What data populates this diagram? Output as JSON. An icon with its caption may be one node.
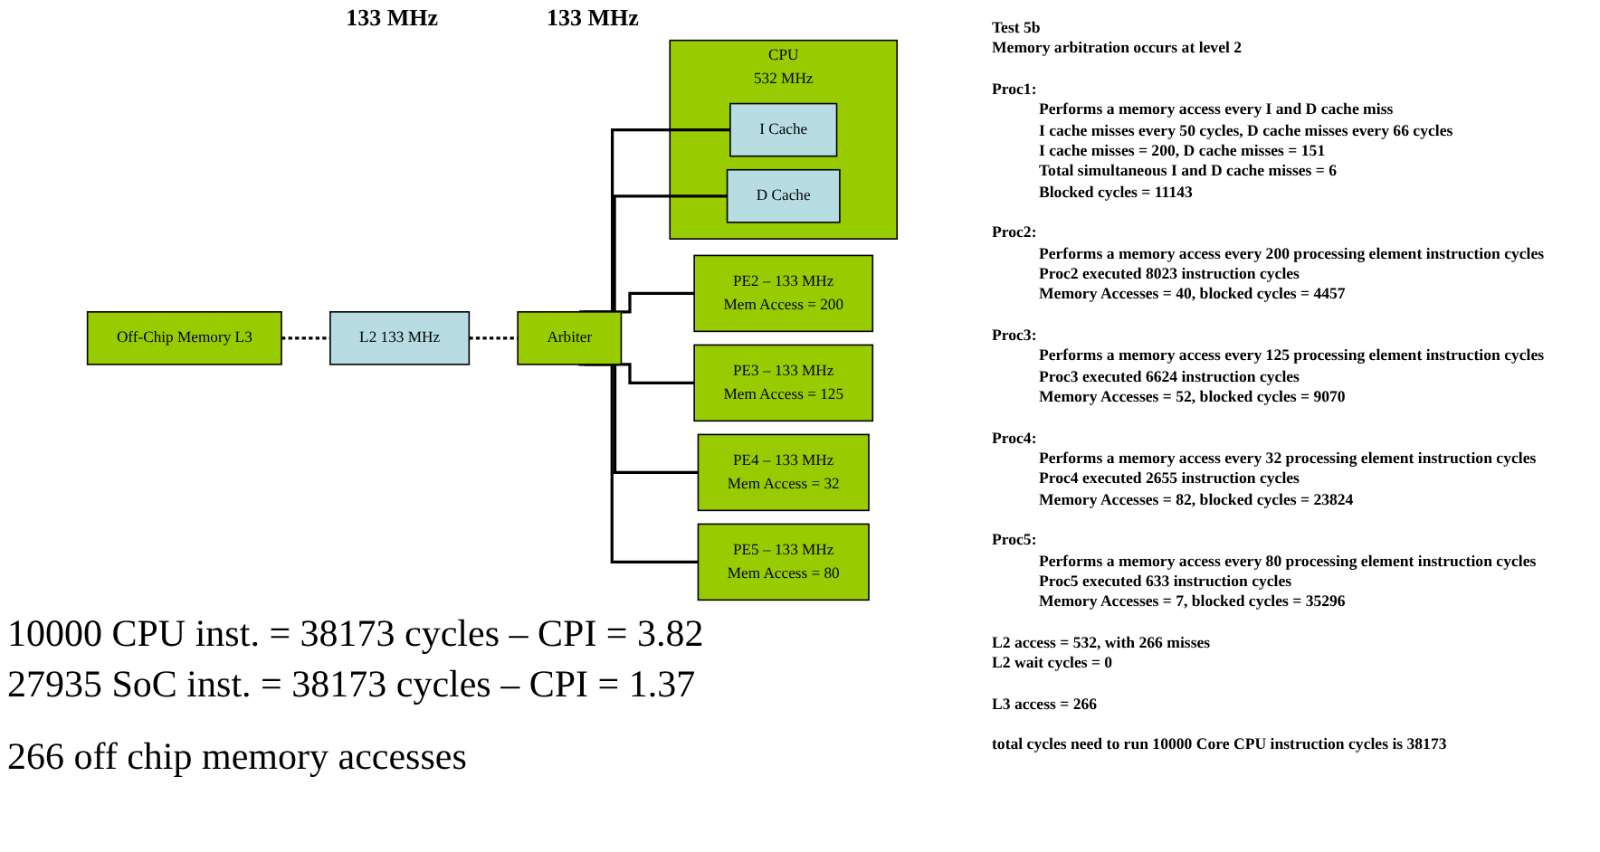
{
  "diagram": {
    "nodes": [
      {
        "text": [
          "Off-Chip Memory L3"
        ]
      },
      {
        "text": [
          "L2 133 MHz"
        ]
      },
      {
        "text": [
          "Arbiter"
        ]
      },
      {
        "text": [
          "CPU",
          "532 MHz"
        ]
      },
      {
        "text": [
          "I Cache"
        ],
        "in": 3
      },
      {
        "text": [
          "D Cache"
        ],
        "in": 3
      },
      {
        "text": [
          "PE2 – 133 MHz",
          "Mem Access = 200"
        ]
      },
      {
        "text": [
          "PE3 – 133 MHz",
          "Mem Access = 125"
        ]
      },
      {
        "text": [
          "PE4 – 133 MHz",
          "Mem Access = 32"
        ]
      },
      {
        "text": [
          "PE5 – 133 MHz",
          "Mem Access = 80"
        ]
      }
    ],
    "edges": [
      {
        "from": 0,
        "to": 1,
        "arrow": "none",
        "style": "dashed"
      },
      {
        "from": 1,
        "to": 2,
        "arrow": "none",
        "style": "dashed"
      },
      {
        "from": 2,
        "to": 4,
        "arrow": "none"
      },
      {
        "from": 2,
        "to": 5,
        "arrow": "none"
      },
      {
        "from": 2,
        "to": 6,
        "arrow": "none"
      },
      {
        "from": 2,
        "to": 7,
        "arrow": "none"
      },
      {
        "from": 2,
        "to": 8,
        "arrow": "none"
      },
      {
        "from": 2,
        "to": 9,
        "arrow": "none"
      }
    ],
    "labels": [
      "133 MHz",
      "133 MHz",
      "10000 CPU inst. = 38173 cycles – CPI = 3.82",
      "27935 SoC inst. = 38173 cycles – CPI = 1.37",
      "266 off chip memory accesses",
      "Test 5b",
      "Memory arbitration occurs at level 2",
      "Proc1:",
      "Performs a memory access every I and D cache miss",
      "I cache misses every 50 cycles, D cache misses every 66 cycles",
      "I cache misses = 200, D cache misses = 151",
      "Total simultaneous I and D cache misses = 6",
      "Blocked cycles = 11143",
      "Proc2:",
      "Performs a memory access every 200 processing element instruction cycles",
      "Proc2 executed 8023 instruction cycles",
      "Memory Accesses = 40, blocked cycles = 4457",
      "Proc3:",
      "Performs a memory access every 125 processing element instruction cycles",
      "Proc3 executed 6624 instruction cycles",
      "Memory Accesses = 52, blocked cycles = 9070",
      "Proc4:",
      "Performs a memory access every 32 processing element instruction cycles",
      "Proc4 executed 2655 instruction cycles",
      "Memory Accesses = 82, blocked cycles = 23824",
      "Proc5:",
      "Performs a memory access every 80 processing element instruction cycles",
      "Proc5 executed 633 instruction cycles",
      "Memory Accesses = 7, blocked cycles = 35296",
      "L2 access = 532, with 266 misses",
      "L2 wait cycles = 0",
      "L3 access = 266",
      "total cycles need to run 10000 Core CPU instruction cycles is 38173"
    ]
  }
}
